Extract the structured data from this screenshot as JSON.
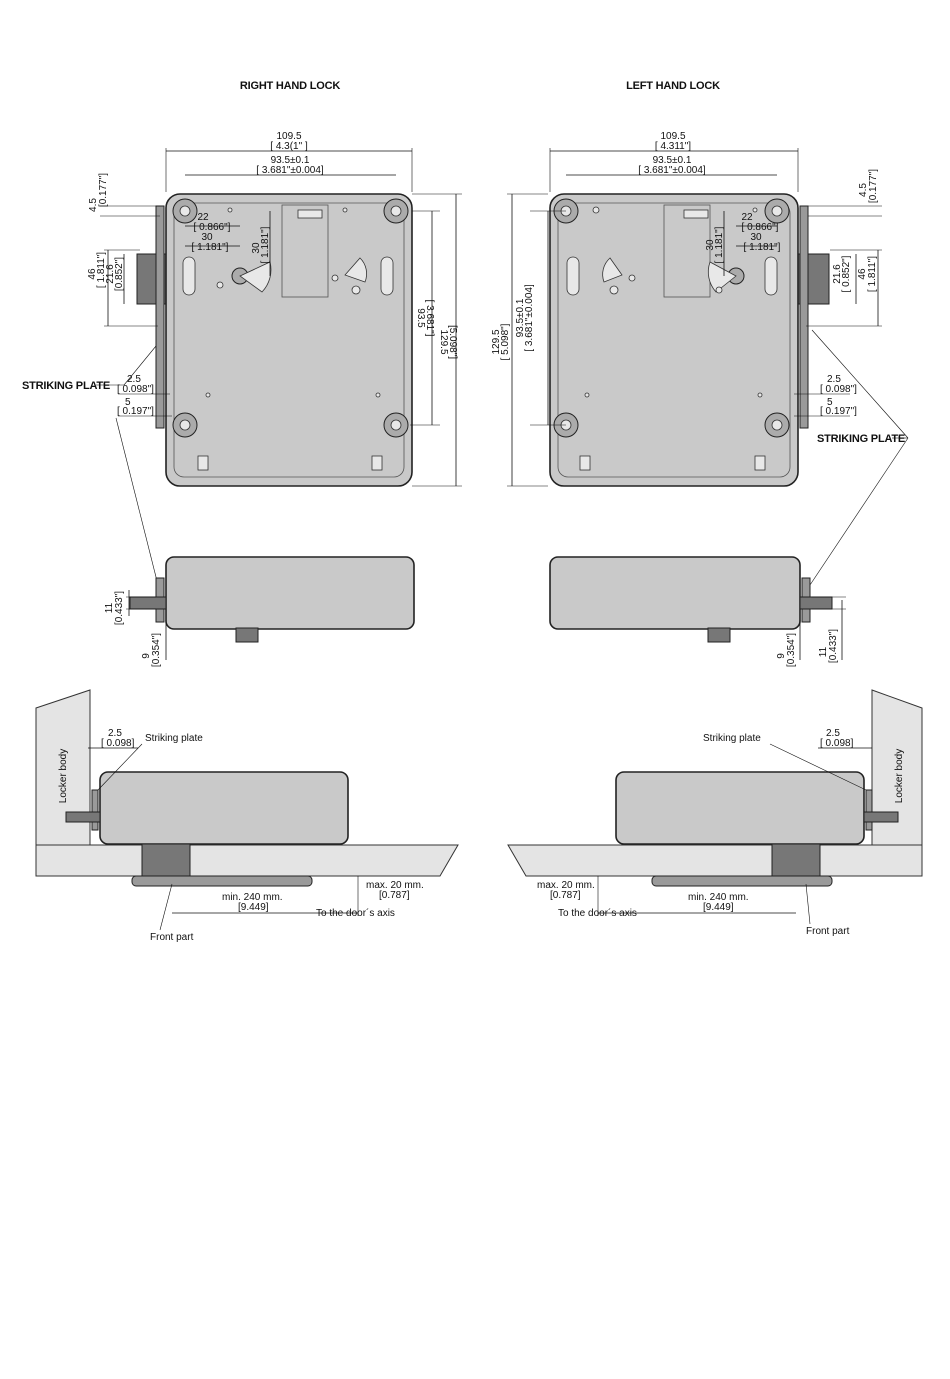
{
  "right": {
    "title": "RIGHT HAND LOCK",
    "w_total": "109.5",
    "w_total_in": "[ 4.3(1\" ]",
    "w_holes": "93.5±0.1",
    "w_holes_in": "[ 3.681\"±0.004]",
    "d45": "4.5",
    "d45_in": "[0.177\"]",
    "d22": "22",
    "d22_in": "[ 0.866\"]",
    "d30h": "30",
    "d30h_in": "[ 1.181\"]",
    "d30v": "30",
    "d30v_in": "[ 1.181\"]",
    "d46": "46",
    "d46_in": "[ 1.811\"]",
    "d216": "21.6",
    "d216_in": "[0.852\"]",
    "d935": "93.5",
    "d935_in": "[ 3.681\"]",
    "d1295": "129.5",
    "d1295_in": "[5.098\"]",
    "striking": "STRIKING PLATE",
    "d25": "2.5",
    "d25_in": "[ 0.098\"]",
    "d5": "5",
    "d5_in": "[ 0.197\"]",
    "d11": "11",
    "d11_in": "[0.433\"]",
    "d9": "9",
    "d9_in": "[0.354\"]"
  },
  "left": {
    "title": "LEFT HAND LOCK",
    "w_total": "109.5",
    "w_total_in": "[ 4.311\"]",
    "w_holes": "93.5±0.1",
    "w_holes_in": "[ 3.681\"±0.004]",
    "d45": "4.5",
    "d45_in": "[0.177\"]",
    "d22": "22",
    "d22_in": "[ 0.866\"]",
    "d30h": "30",
    "d30h_in": "[ 1.181\"]",
    "d30v": "30",
    "d30v_in": "[ 1.181\"]",
    "d46": "46",
    "d46_in": "[ 1.811\"]",
    "d216": "21.6",
    "d216_in": "[ 0.852\"]",
    "d935": "93.5±0.1",
    "d935_in": "[ 3.681\"±0.004]",
    "d1295": "129.5",
    "d1295_in": "[ 5.098\"]",
    "striking": "STRIKING PLATE",
    "d25": "2.5",
    "d25_in": "[ 0.098\"]",
    "d5": "5",
    "d5_in": "[ 0.197\"]",
    "d11": "11",
    "d11_in": "[0.433\"]",
    "d9": "9",
    "d9_in": "[0.354\"]"
  },
  "install_right": {
    "locker_body": "Locker body",
    "striking": "Striking plate",
    "d25": "2.5",
    "d25_in": "[ 0.098]",
    "max": "max. 20 mm.",
    "max_in": "[0.787]",
    "min": "min. 240 mm.",
    "min_in": "[9.449]",
    "axis": "To the door´s axis",
    "front": "Front part"
  },
  "install_left": {
    "locker_body": "Locker body",
    "striking": "Striking plate",
    "d25": "2.5",
    "d25_in": "[ 0.098]",
    "max": "max. 20 mm.",
    "max_in": "[0.787]",
    "min": "min. 240 mm.",
    "min_in": "[9.449]",
    "axis": "To the door´s axis",
    "front": "Front part"
  }
}
